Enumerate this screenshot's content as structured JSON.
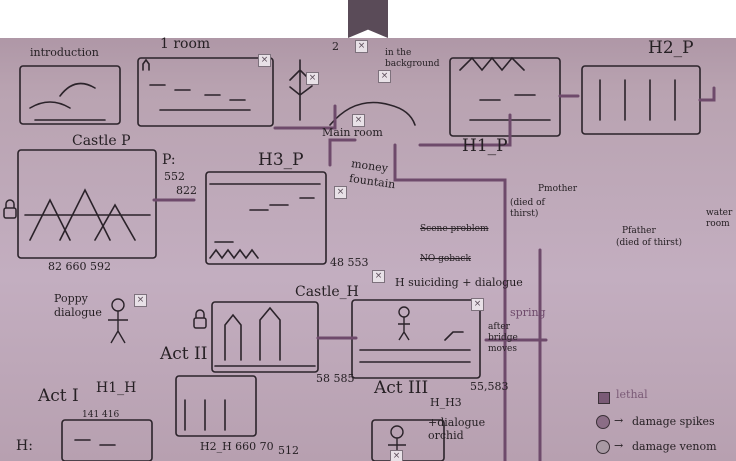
{
  "labels": {
    "introduction": "introduction",
    "room1": "1 room",
    "room2": "2",
    "background_note": "in the background",
    "main_room": "Main room",
    "h2p": "H2_P",
    "castle_p": "Castle P",
    "p_label": "P:",
    "p_nums1": "552",
    "p_nums2": "822",
    "h3p": "H3_P",
    "h1p": "H1_P",
    "money_fountain": "money fountain",
    "scene_problem": "Scene problem",
    "no_goback": "NO goback",
    "spring": "spring",
    "pmother": "Pmother",
    "died_thirst1": "(died of thirst)",
    "pfather": "Pfather",
    "died_thirst2": "(died of thirst)",
    "water_room": "water room",
    "nums_castle": "82  660  592",
    "nums_h3p": "48 553",
    "poppy_dialogue": "Poppy dialogue",
    "castle_h": "Castle_H",
    "h_suiciding": "H suiciding + dialogue",
    "after_bridge": "after bridge moves",
    "act2": "Act II",
    "act1": "Act I",
    "act3": "Act III",
    "h_h3": "H_H3",
    "nums_act3": "55,583",
    "h1h": "H1_H",
    "h1h_nums": "141 416",
    "h2h": "H2_H 660 70",
    "nums_512": "512",
    "nums_58": "58 585",
    "h_colon": "H:",
    "dialogue_orchid": "+dialogue orchid",
    "lethal": "lethal",
    "damage_spikes": "damage spikes",
    "damage_venom": "damage venom",
    "arrow": "→",
    "x_mark": "×"
  },
  "colors": {
    "board": "#b9a3b1",
    "ink": "#262024",
    "marker_purple": "#6e4a6b",
    "lethal": "#7a5a76"
  },
  "icons": [
    "lock-icon",
    "stick-figure-icon",
    "close-icon"
  ]
}
